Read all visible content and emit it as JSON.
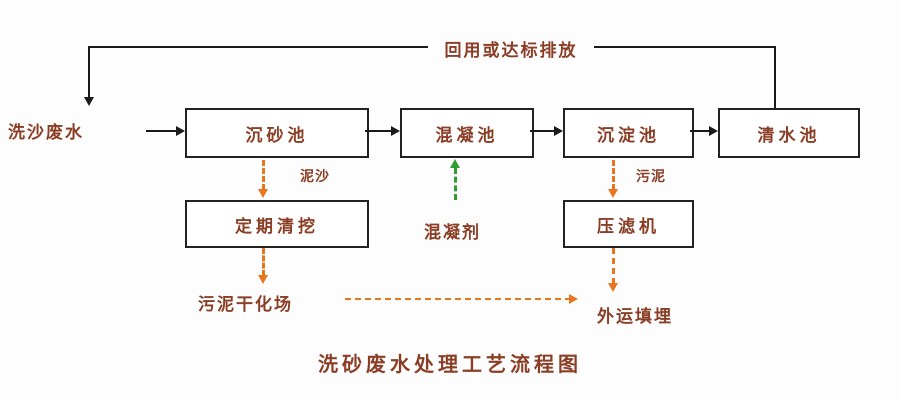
{
  "diagram": {
    "title": "洗砂废水处理工艺流程图",
    "return_label": "回用或达标排放",
    "influent_label": "洗沙废水",
    "tanks": {
      "grit": "沉砂池",
      "coagulation": "混凝池",
      "sedimentation": "沉淀池",
      "clearwater": "清水池"
    },
    "side_units": {
      "dredging": "定期清挖",
      "filter_press": "压滤机"
    },
    "streams": {
      "sediment": "泥沙",
      "sludge": "污泥",
      "coagulant": "混凝剂",
      "sludge_drying": "污泥干化场",
      "landfill": "外运填埋"
    },
    "colors": {
      "text": "#8b3e26",
      "line": "#1a1a1a",
      "sludge_flow": "#e8761e",
      "coagulant_flow": "#2f9e2f"
    }
  }
}
